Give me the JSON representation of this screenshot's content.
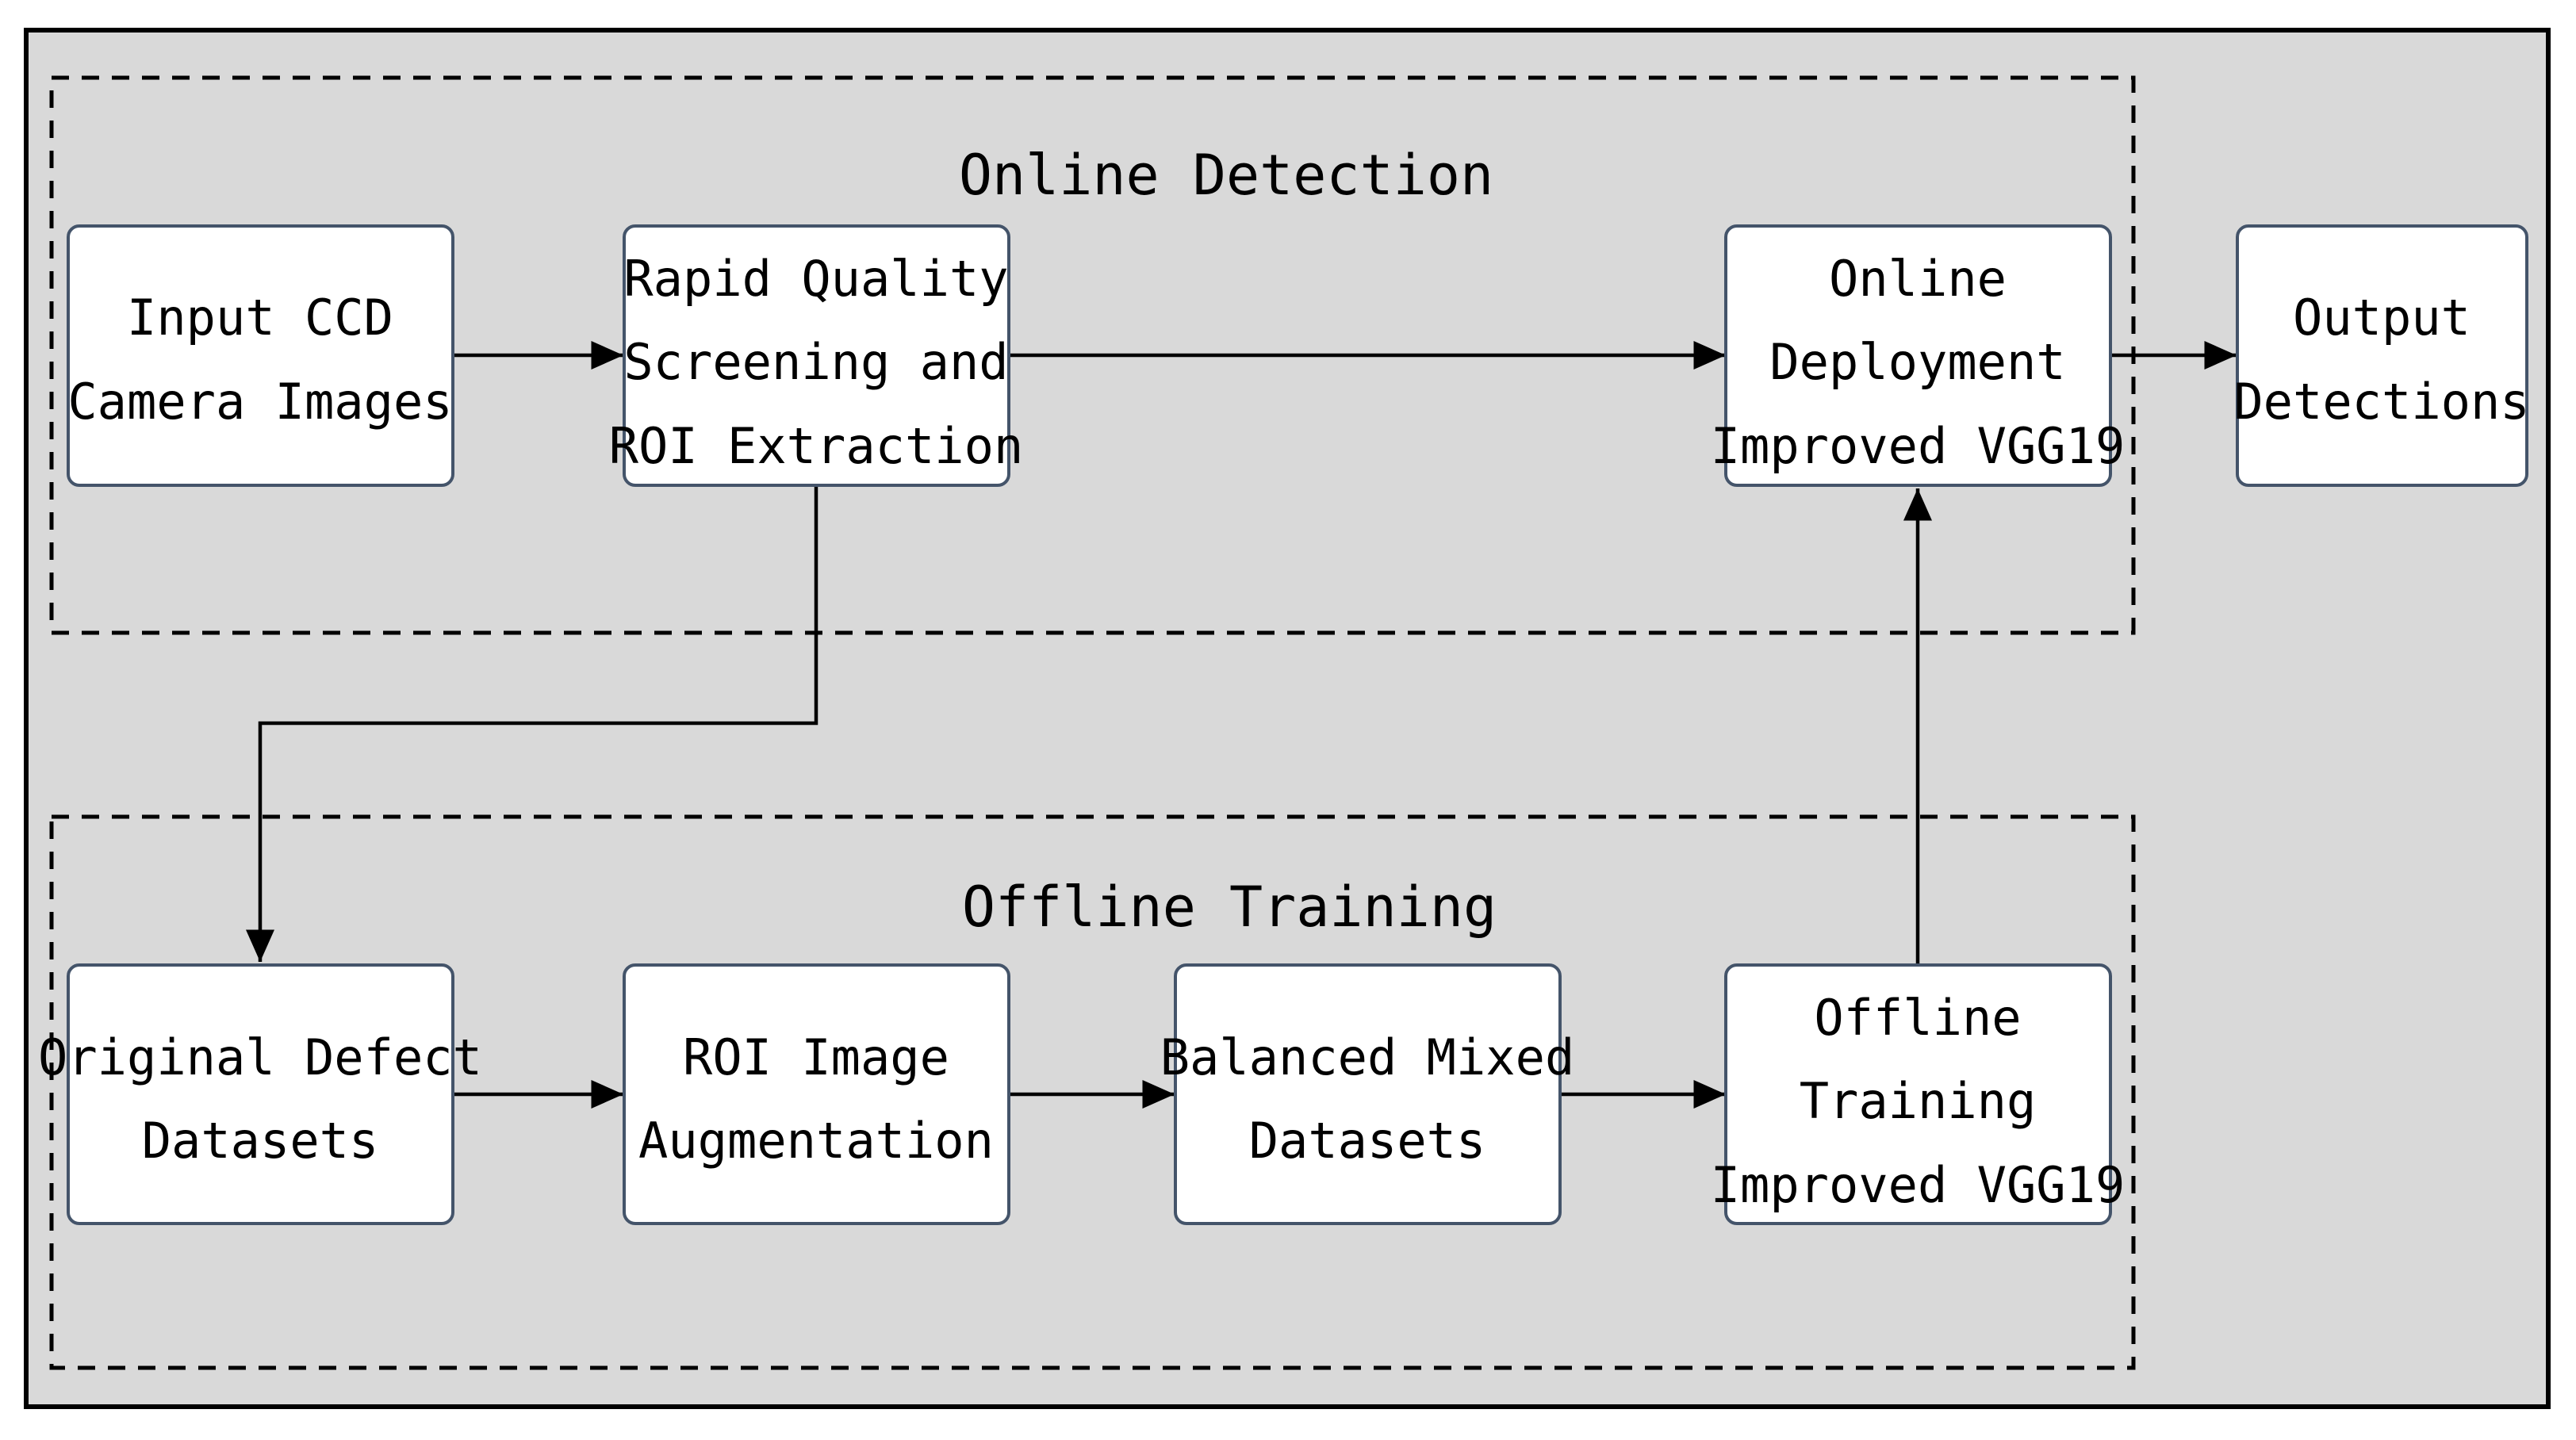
{
  "groups": {
    "online": {
      "title": "Online Detection"
    },
    "offline": {
      "title": "Offline Training"
    }
  },
  "nodes": {
    "input_ccd": [
      "Input CCD",
      "Camera Images"
    ],
    "rapid_quality": [
      "Rapid Quality",
      "Screening and",
      "ROI Extraction"
    ],
    "online_deployment": [
      "Online",
      "Deployment",
      "Improved VGG19"
    ],
    "output_detections": [
      "Output",
      "Detections"
    ],
    "original_defect": [
      "Original Defect",
      "Datasets"
    ],
    "roi_augmentation": [
      "ROI Image",
      "Augmentation"
    ],
    "balanced_mixed": [
      "Balanced Mixed",
      "Datasets"
    ],
    "offline_training": [
      "Offline",
      "Training",
      "Improved VGG19"
    ]
  },
  "colors": {
    "background": "#d9d9d9",
    "node_fill": "#ffffff",
    "node_border": "#44546a",
    "line": "#000000"
  }
}
